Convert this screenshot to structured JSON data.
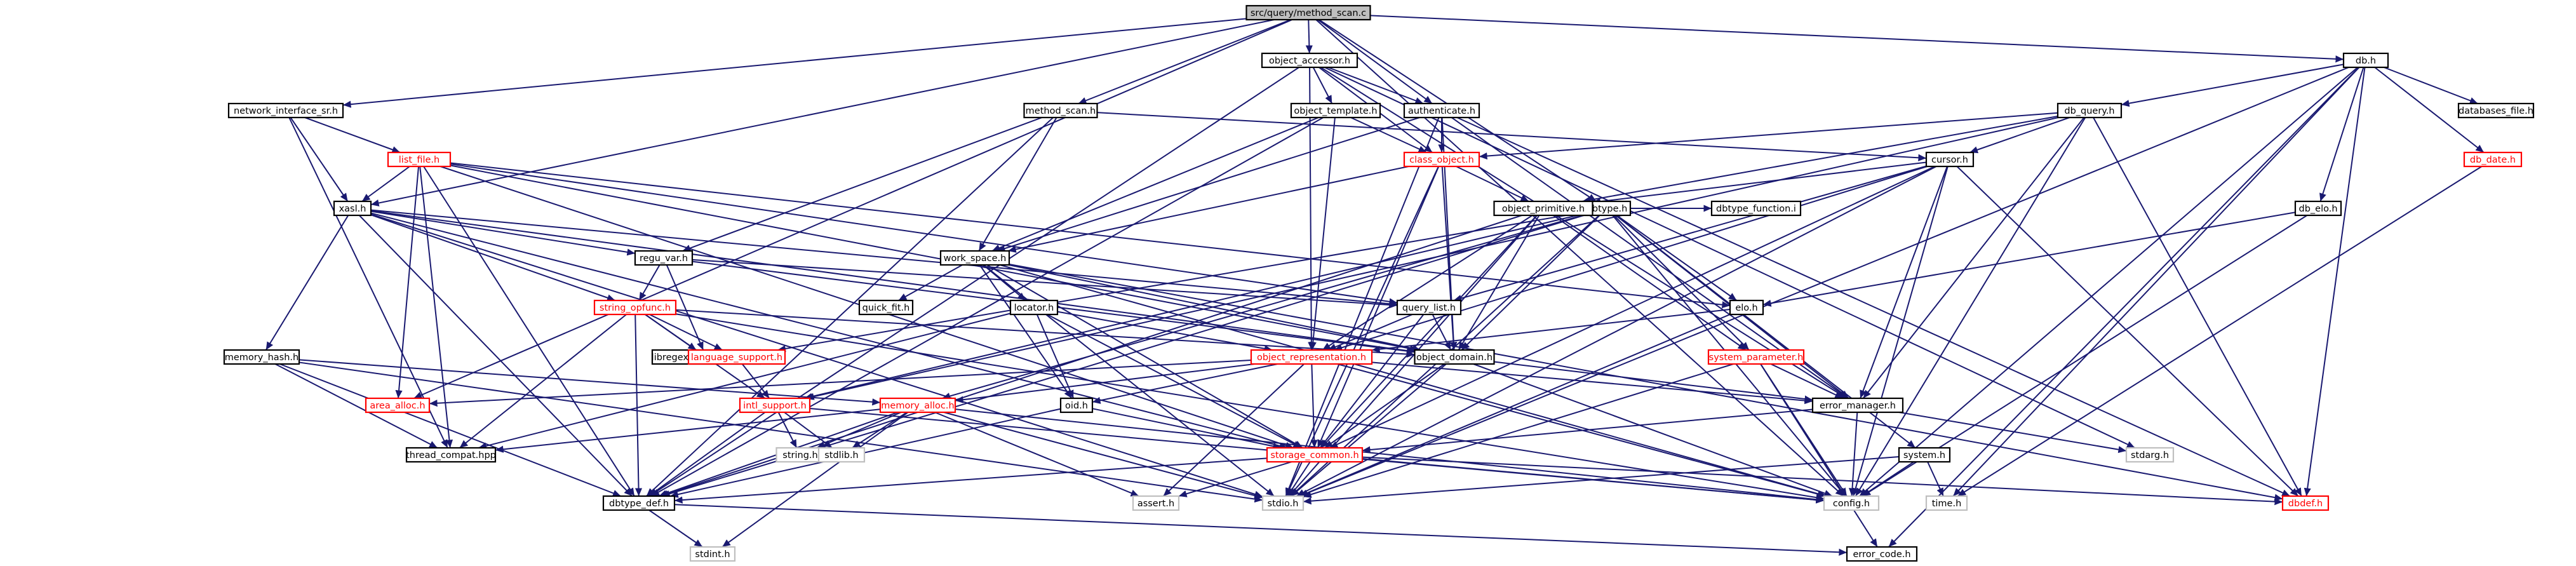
{
  "colors": {
    "edge": "#191970",
    "box_border": "#000000",
    "missing_border": "#ff0000",
    "text": "#000000",
    "missing_text": "#ff0000",
    "root_fill": "#bfbfbf"
  },
  "nodes": [
    {
      "id": "method_scan_c",
      "label": "src/query/method_scan.c",
      "kind": "root"
    },
    {
      "id": "object_accessor",
      "label": "object_accessor.h",
      "kind": "normal"
    },
    {
      "id": "db_h",
      "label": "db.h",
      "kind": "normal"
    },
    {
      "id": "network_interface",
      "label": "network_interface_sr.h",
      "kind": "normal"
    },
    {
      "id": "method_scan_h",
      "label": "method_scan.h",
      "kind": "normal"
    },
    {
      "id": "object_template",
      "label": "object_template.h",
      "kind": "normal"
    },
    {
      "id": "authenticate",
      "label": "authenticate.h",
      "kind": "normal"
    },
    {
      "id": "db_query",
      "label": "db_query.h",
      "kind": "normal"
    },
    {
      "id": "databases_file",
      "label": "databases_file.h",
      "kind": "normal"
    },
    {
      "id": "list_file",
      "label": "list_file.h",
      "kind": "missing"
    },
    {
      "id": "class_object",
      "label": "class_object.h",
      "kind": "missing"
    },
    {
      "id": "cursor",
      "label": "cursor.h",
      "kind": "normal"
    },
    {
      "id": "db_date",
      "label": "db_date.h",
      "kind": "missing"
    },
    {
      "id": "xasl",
      "label": "xasl.h",
      "kind": "normal"
    },
    {
      "id": "dbtype",
      "label": "dbtype.h",
      "kind": "normal"
    },
    {
      "id": "object_primitive",
      "label": "object_primitive.h",
      "kind": "normal"
    },
    {
      "id": "dbtype_function",
      "label": "dbtype_function.i",
      "kind": "normal"
    },
    {
      "id": "db_elo",
      "label": "db_elo.h",
      "kind": "normal"
    },
    {
      "id": "regu_var",
      "label": "regu_var.h",
      "kind": "normal"
    },
    {
      "id": "work_space",
      "label": "work_space.h",
      "kind": "normal"
    },
    {
      "id": "string_opfunc",
      "label": "string_opfunc.h",
      "kind": "missing"
    },
    {
      "id": "quick_fit",
      "label": "quick_fit.h",
      "kind": "normal"
    },
    {
      "id": "locator",
      "label": "locator.h",
      "kind": "normal"
    },
    {
      "id": "query_list",
      "label": "query_list.h",
      "kind": "normal"
    },
    {
      "id": "elo",
      "label": "elo.h",
      "kind": "normal"
    },
    {
      "id": "memory_hash",
      "label": "memory_hash.h",
      "kind": "normal"
    },
    {
      "id": "libregex38a",
      "label": "libregex38a/regex38a.h",
      "kind": "normal"
    },
    {
      "id": "language_support",
      "label": "language_support.h",
      "kind": "missing"
    },
    {
      "id": "object_representation",
      "label": "object_representation.h",
      "kind": "missing"
    },
    {
      "id": "object_domain",
      "label": "object_domain.h",
      "kind": "normal"
    },
    {
      "id": "system_parameter",
      "label": "system_parameter.h",
      "kind": "missing"
    },
    {
      "id": "area_alloc",
      "label": "area_alloc.h",
      "kind": "missing"
    },
    {
      "id": "intl_support",
      "label": "intl_support.h",
      "kind": "missing"
    },
    {
      "id": "memory_alloc",
      "label": "memory_alloc.h",
      "kind": "missing"
    },
    {
      "id": "oid",
      "label": "oid.h",
      "kind": "normal"
    },
    {
      "id": "error_manager",
      "label": "error_manager.h",
      "kind": "normal"
    },
    {
      "id": "thread_compat",
      "label": "thread_compat.hpp",
      "kind": "normal"
    },
    {
      "id": "string_h",
      "label": "string.h",
      "kind": "plain"
    },
    {
      "id": "stdlib_h",
      "label": "stdlib.h",
      "kind": "plain"
    },
    {
      "id": "storage_common",
      "label": "storage_common.h",
      "kind": "missing"
    },
    {
      "id": "system_h",
      "label": "system.h",
      "kind": "normal"
    },
    {
      "id": "stdarg_h",
      "label": "stdarg.h",
      "kind": "plain"
    },
    {
      "id": "dbtype_def",
      "label": "dbtype_def.h",
      "kind": "normal"
    },
    {
      "id": "assert_h",
      "label": "assert.h",
      "kind": "plain"
    },
    {
      "id": "stdio_h",
      "label": "stdio.h",
      "kind": "plain"
    },
    {
      "id": "config_h",
      "label": "config.h",
      "kind": "plain"
    },
    {
      "id": "time_h",
      "label": "time.h",
      "kind": "plain"
    },
    {
      "id": "dbdef",
      "label": "dbdef.h",
      "kind": "missing"
    },
    {
      "id": "stdint_h",
      "label": "stdint.h",
      "kind": "plain"
    },
    {
      "id": "error_code",
      "label": "error_code.h",
      "kind": "normal"
    }
  ],
  "edges": [
    [
      "method_scan_c",
      "object_accessor"
    ],
    [
      "method_scan_c",
      "db_h"
    ],
    [
      "method_scan_c",
      "network_interface"
    ],
    [
      "method_scan_c",
      "method_scan_h"
    ],
    [
      "method_scan_c",
      "authenticate"
    ],
    [
      "method_scan_c",
      "dbtype"
    ],
    [
      "method_scan_c",
      "xasl"
    ],
    [
      "method_scan_c",
      "area_alloc"
    ],
    [
      "method_scan_c",
      "config_h"
    ],
    [
      "object_accessor",
      "object_template"
    ],
    [
      "object_accessor",
      "authenticate"
    ],
    [
      "object_accessor",
      "class_object"
    ],
    [
      "object_accessor",
      "object_representation"
    ],
    [
      "object_accessor",
      "error_manager"
    ],
    [
      "object_accessor",
      "dbtype_def"
    ],
    [
      "object_accessor",
      "stdarg_h"
    ],
    [
      "db_h",
      "db_query"
    ],
    [
      "db_h",
      "databases_file"
    ],
    [
      "db_h",
      "db_date"
    ],
    [
      "db_h",
      "db_elo"
    ],
    [
      "db_h",
      "error_code"
    ],
    [
      "db_h",
      "dbdef"
    ],
    [
      "db_h",
      "time_h"
    ],
    [
      "db_h",
      "stdio_h"
    ],
    [
      "db_h",
      "config_h"
    ],
    [
      "network_interface",
      "list_file"
    ],
    [
      "network_interface",
      "xasl"
    ],
    [
      "network_interface",
      "thread_compat"
    ],
    [
      "method_scan_h",
      "regu_var"
    ],
    [
      "method_scan_h",
      "work_space"
    ],
    [
      "method_scan_h",
      "cursor"
    ],
    [
      "method_scan_h",
      "dbtype_def"
    ],
    [
      "object_template",
      "class_object"
    ],
    [
      "object_template",
      "object_representation"
    ],
    [
      "object_template",
      "work_space"
    ],
    [
      "object_template",
      "dbtype_def"
    ],
    [
      "authenticate",
      "class_object"
    ],
    [
      "authenticate",
      "object_domain"
    ],
    [
      "authenticate",
      "error_manager"
    ],
    [
      "authenticate",
      "work_space"
    ],
    [
      "authenticate",
      "stdio_h"
    ],
    [
      "authenticate",
      "dbdef"
    ],
    [
      "db_query",
      "cursor"
    ],
    [
      "db_query",
      "class_object"
    ],
    [
      "db_query",
      "object_primitive"
    ],
    [
      "db_query",
      "intl_support"
    ],
    [
      "db_query",
      "error_manager"
    ],
    [
      "db_query",
      "dbdef"
    ],
    [
      "db_query",
      "config_h"
    ],
    [
      "list_file",
      "xasl"
    ],
    [
      "list_file",
      "query_list"
    ],
    [
      "list_file",
      "storage_common"
    ],
    [
      "list_file",
      "object_domain"
    ],
    [
      "list_file",
      "dbtype_def"
    ],
    [
      "list_file",
      "thread_compat"
    ],
    [
      "list_file",
      "area_alloc"
    ],
    [
      "list_file",
      "elo"
    ],
    [
      "class_object",
      "object_primitive"
    ],
    [
      "class_object",
      "object_domain"
    ],
    [
      "class_object",
      "work_space"
    ],
    [
      "class_object",
      "storage_common"
    ],
    [
      "class_object",
      "stdio_h"
    ],
    [
      "cursor",
      "object_primitive"
    ],
    [
      "cursor",
      "query_list"
    ],
    [
      "cursor",
      "error_manager"
    ],
    [
      "cursor",
      "storage_common"
    ],
    [
      "cursor",
      "object_representation"
    ],
    [
      "cursor",
      "config_h"
    ],
    [
      "cursor",
      "dbdef"
    ],
    [
      "cursor",
      "stdio_h"
    ],
    [
      "db_date",
      "time_h"
    ],
    [
      "xasl",
      "regu_var"
    ],
    [
      "xasl",
      "string_opfunc"
    ],
    [
      "xasl",
      "memory_hash"
    ],
    [
      "xasl",
      "query_list"
    ],
    [
      "xasl",
      "storage_common"
    ],
    [
      "xasl",
      "object_domain"
    ],
    [
      "xasl",
      "dbtype_def"
    ],
    [
      "xasl",
      "stdio_h"
    ],
    [
      "dbtype",
      "object_primitive"
    ],
    [
      "dbtype",
      "dbtype_function"
    ],
    [
      "dbtype",
      "elo"
    ],
    [
      "dbtype",
      "system_parameter"
    ],
    [
      "dbtype",
      "error_manager"
    ],
    [
      "dbtype",
      "object_domain"
    ],
    [
      "dbtype",
      "memory_alloc"
    ],
    [
      "dbtype",
      "language_support"
    ],
    [
      "dbtype",
      "system_h"
    ],
    [
      "dbtype",
      "config_h"
    ],
    [
      "dbtype",
      "stdio_h"
    ],
    [
      "dbtype",
      "dbtype_def"
    ],
    [
      "dbtype",
      "intl_support"
    ],
    [
      "object_primitive",
      "object_representation"
    ],
    [
      "object_primitive",
      "object_domain"
    ],
    [
      "object_primitive",
      "storage_common"
    ],
    [
      "object_primitive",
      "system_parameter"
    ],
    [
      "object_primitive",
      "dbtype_def"
    ],
    [
      "object_primitive",
      "stdio_h"
    ],
    [
      "db_elo",
      "elo"
    ],
    [
      "db_elo",
      "config_h"
    ],
    [
      "regu_var",
      "string_opfunc"
    ],
    [
      "regu_var",
      "libregex38a"
    ],
    [
      "regu_var",
      "object_domain"
    ],
    [
      "regu_var",
      "query_list"
    ],
    [
      "work_space",
      "quick_fit"
    ],
    [
      "work_space",
      "locator"
    ],
    [
      "work_space",
      "oid"
    ],
    [
      "work_space",
      "object_domain"
    ],
    [
      "work_space",
      "storage_common"
    ],
    [
      "work_space",
      "config_h"
    ],
    [
      "work_space",
      "stdio_h"
    ],
    [
      "work_space",
      "dbdef"
    ],
    [
      "string_opfunc",
      "libregex38a"
    ],
    [
      "string_opfunc",
      "language_support"
    ],
    [
      "string_opfunc",
      "intl_support"
    ],
    [
      "string_opfunc",
      "thread_compat"
    ],
    [
      "string_opfunc",
      "object_domain"
    ],
    [
      "string_opfunc",
      "dbtype_def"
    ],
    [
      "string_opfunc",
      "config_h"
    ],
    [
      "locator",
      "object_representation"
    ],
    [
      "locator",
      "oid"
    ],
    [
      "locator",
      "storage_common"
    ],
    [
      "locator",
      "thread_compat"
    ],
    [
      "query_list",
      "object_domain"
    ],
    [
      "query_list",
      "storage_common"
    ],
    [
      "query_list",
      "object_representation"
    ],
    [
      "elo",
      "object_representation"
    ],
    [
      "elo",
      "stdio_h"
    ],
    [
      "memory_hash",
      "memory_alloc"
    ],
    [
      "memory_hash",
      "thread_compat"
    ],
    [
      "memory_hash",
      "dbtype_def"
    ],
    [
      "memory_hash",
      "stdio_h"
    ],
    [
      "language_support",
      "intl_support"
    ],
    [
      "object_representation",
      "area_alloc"
    ],
    [
      "object_representation",
      "memory_alloc"
    ],
    [
      "object_representation",
      "oid"
    ],
    [
      "object_representation",
      "storage_common"
    ],
    [
      "object_representation",
      "error_manager"
    ],
    [
      "object_representation",
      "assert_h"
    ],
    [
      "object_representation",
      "config_h"
    ],
    [
      "object_domain",
      "error_manager"
    ],
    [
      "object_domain",
      "storage_common"
    ],
    [
      "object_domain",
      "stdio_h"
    ],
    [
      "object_domain",
      "config_h"
    ],
    [
      "system_parameter",
      "error_manager"
    ],
    [
      "system_parameter",
      "config_h"
    ],
    [
      "system_parameter",
      "error_code"
    ],
    [
      "system_parameter",
      "stdio_h"
    ],
    [
      "intl_support",
      "string_h"
    ],
    [
      "intl_support",
      "stdlib_h"
    ],
    [
      "intl_support",
      "dbtype_def"
    ],
    [
      "intl_support",
      "config_h"
    ],
    [
      "memory_alloc",
      "thread_compat"
    ],
    [
      "memory_alloc",
      "string_h"
    ],
    [
      "memory_alloc",
      "stdlib_h"
    ],
    [
      "memory_alloc",
      "dbtype_def"
    ],
    [
      "memory_alloc",
      "stdint_h"
    ],
    [
      "memory_alloc",
      "assert_h"
    ],
    [
      "memory_alloc",
      "stdio_h"
    ],
    [
      "memory_alloc",
      "config_h"
    ],
    [
      "oid",
      "storage_common"
    ],
    [
      "oid",
      "dbtype_def"
    ],
    [
      "error_manager",
      "stdarg_h"
    ],
    [
      "error_manager",
      "config_h"
    ],
    [
      "error_manager",
      "storage_common"
    ],
    [
      "storage_common",
      "dbtype_def"
    ],
    [
      "storage_common",
      "assert_h"
    ],
    [
      "storage_common",
      "stdio_h"
    ],
    [
      "storage_common",
      "config_h"
    ],
    [
      "storage_common",
      "dbdef"
    ],
    [
      "system_h",
      "config_h"
    ],
    [
      "system_h",
      "time_h"
    ],
    [
      "system_h",
      "stdio_h"
    ],
    [
      "dbtype_def",
      "stdint_h"
    ],
    [
      "dbtype_def",
      "error_code"
    ]
  ]
}
